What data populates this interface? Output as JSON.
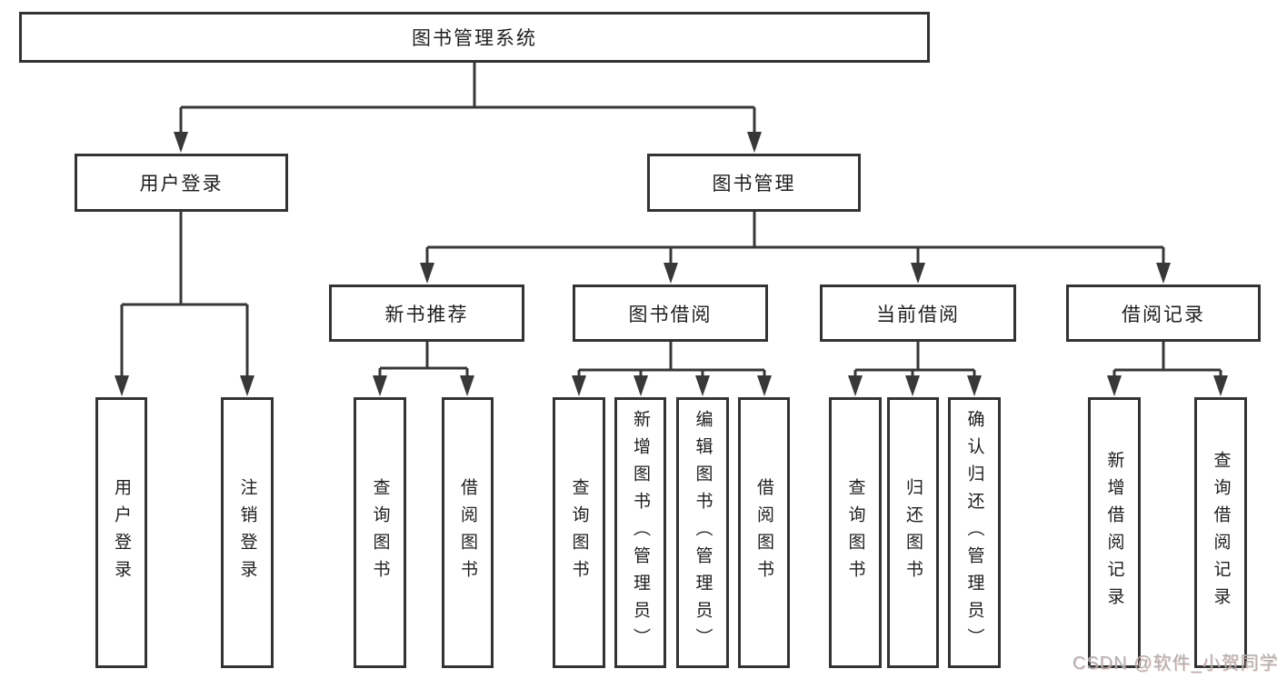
{
  "tree": {
    "label": "图书管理系统",
    "children": [
      {
        "label": "用户登录",
        "children": [
          {
            "label": "用户登录"
          },
          {
            "label": "注销登录"
          }
        ]
      },
      {
        "label": "图书管理",
        "children": [
          {
            "label": "新书推荐",
            "children": [
              {
                "label": "查询图书"
              },
              {
                "label": "借阅图书"
              }
            ]
          },
          {
            "label": "图书借阅",
            "children": [
              {
                "label": "查询图书"
              },
              {
                "label": "新增图书（管理员）"
              },
              {
                "label": "编辑图书（管理员）"
              },
              {
                "label": "借阅图书"
              }
            ]
          },
          {
            "label": "当前借阅",
            "children": [
              {
                "label": "查询图书"
              },
              {
                "label": "归还图书"
              },
              {
                "label": "确认归还（管理员）"
              }
            ]
          },
          {
            "label": "借阅记录",
            "children": [
              {
                "label": "新增借阅记录"
              },
              {
                "label": "查询借阅记录"
              }
            ]
          }
        ]
      }
    ]
  },
  "watermark": {
    "text": "CSDN @软件_小贺同学"
  },
  "colors": {
    "line": "#383838",
    "box_border": "#333333",
    "text": "#1e1e1e",
    "watermark": "#b0b0b0",
    "background": "#ffffff"
  }
}
